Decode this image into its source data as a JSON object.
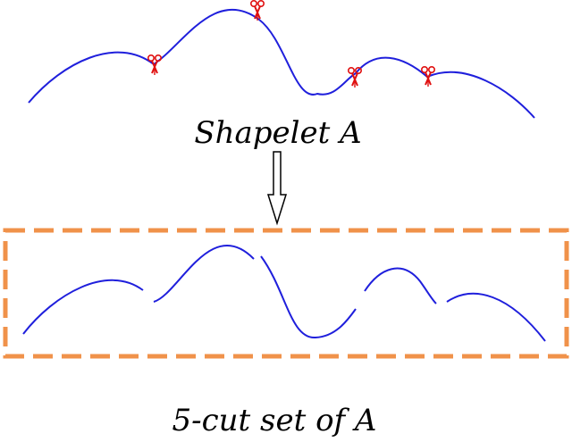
{
  "labels": {
    "top_caption": "Shapelet A",
    "bottom_caption": "5-cut set of A"
  },
  "colors": {
    "curve": "#1f1fdc",
    "scissors": "#e01010",
    "box": "#f0924a",
    "arrow": "#000000",
    "text": "#000000"
  },
  "icons": {
    "cut_marker": "scissors-icon",
    "flow_arrow": "down-arrow-icon"
  },
  "cut_count": 5
}
